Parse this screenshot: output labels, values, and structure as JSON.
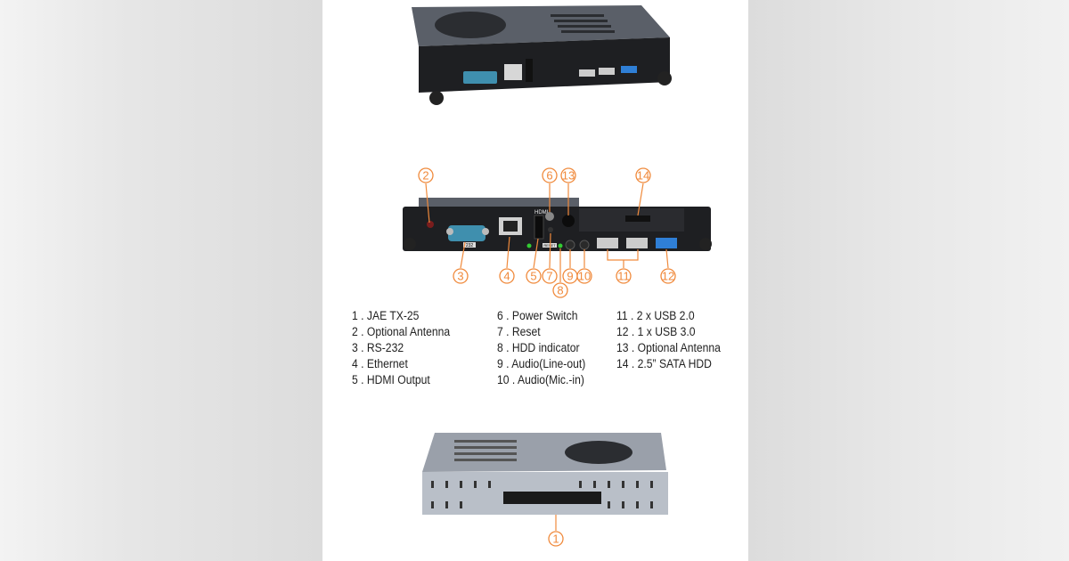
{
  "callouts": {
    "c1": "1",
    "c2": "2",
    "c3": "3",
    "c4": "4",
    "c5": "5",
    "c6": "6",
    "c7": "7",
    "c8": "8",
    "c9": "9",
    "c10": "10",
    "c11": "11",
    "c12": "12",
    "c13": "13",
    "c14": "14"
  },
  "device_labels": {
    "hdmi": "HDMI",
    "rs232": "232",
    "reset": "RESET"
  },
  "legend": {
    "col1": [
      "1 . JAE TX-25",
      "2 . Optional Antenna",
      "3 . RS-232",
      "4 . Ethernet",
      "5 . HDMI Output"
    ],
    "col2": [
      "6 . Power Switch",
      "7 . Reset",
      "8 . HDD indicator",
      "9 . Audio(Line-out)",
      "10 . Audio(Mic.-in)"
    ],
    "col3": [
      "11 . 2 x USB 2.0",
      "12 . 1 x USB 3.0",
      "13 . Optional Antenna",
      "14 . 2.5” SATA HDD"
    ]
  },
  "colors": {
    "accent": "#f08a3c",
    "chassis": "#1e1f22",
    "chassis_top": "#5a5f68",
    "bottom_plate": "#b9bfc8",
    "usb3": "#2f7fd6",
    "rs232": "#3f8fae"
  }
}
